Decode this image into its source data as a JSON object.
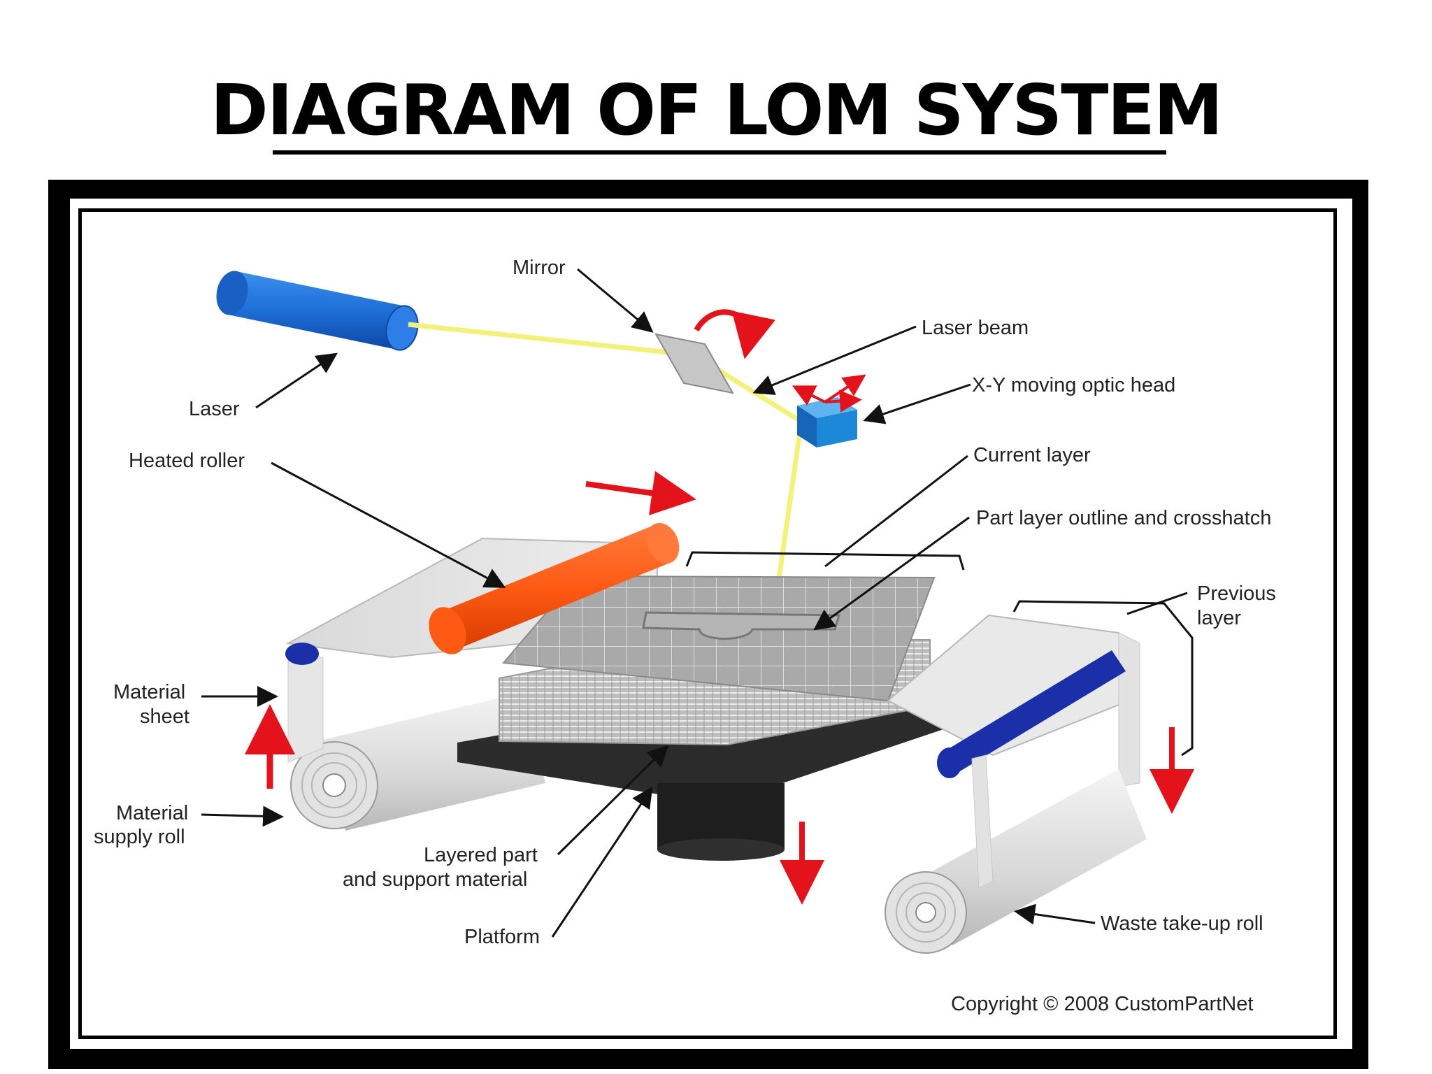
{
  "title": "DIAGRAM OF LOM SYSTEM",
  "labels": {
    "mirror": "Mirror",
    "laser_beam": "Laser beam",
    "laser": "Laser",
    "optic_head": "X-Y moving optic head",
    "heated_roller": "Heated roller",
    "current_layer": "Current layer",
    "part_outline": "Part layer outline and crosshatch",
    "previous_layer_1": "Previous",
    "previous_layer_2": "layer",
    "material_sheet_1": "Material",
    "material_sheet_2": "sheet",
    "supply_roll_1": "Material",
    "supply_roll_2": "supply roll",
    "layered_part_1": "Layered part",
    "layered_part_2": "and support material",
    "platform": "Platform",
    "waste_roll": "Waste take-up roll",
    "copyright": "Copyright © 2008 CustomPartNet"
  },
  "colors": {
    "laser": "#1f6fd6",
    "beam": "#f2f27a",
    "heated_roller": "#ff5a14",
    "motion_arrows": "#e3121b",
    "roller_caps": "#1a2fa8",
    "optic_head": "#1e88d8"
  }
}
